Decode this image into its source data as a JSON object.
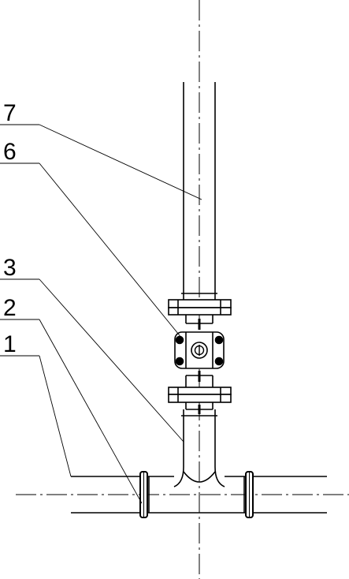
{
  "callouts": [
    {
      "number": "7",
      "target": "upper-pipe"
    },
    {
      "number": "6",
      "target": "valve"
    },
    {
      "number": "3",
      "target": "tee-branch"
    },
    {
      "number": "2",
      "target": "coupling-flange"
    },
    {
      "number": "1",
      "target": "main-pipe"
    }
  ],
  "colors": {
    "line": "#000000",
    "background": "#ffffff"
  }
}
